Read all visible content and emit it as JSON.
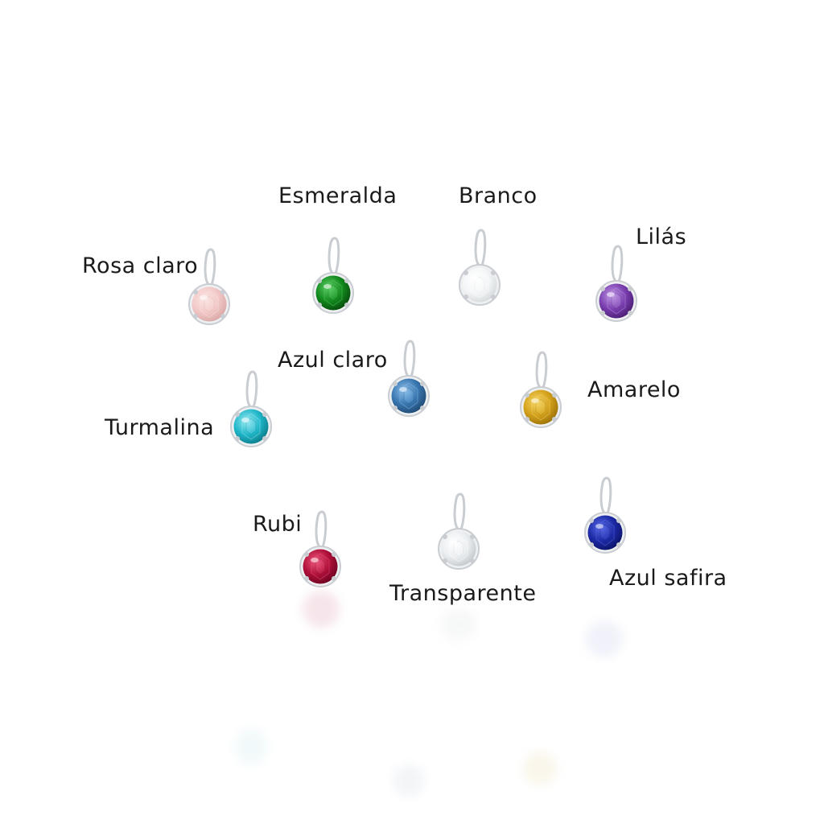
{
  "stones": [
    {
      "id": "rosa-claro",
      "label": "Rosa claro",
      "color": "#f2c9c8",
      "highlight": "#fbe6e4",
      "shade": "#d9a8a6"
    },
    {
      "id": "esmeralda",
      "label": "Esmeralda",
      "color": "#138a1e",
      "highlight": "#5fd36a",
      "shade": "#064d0c"
    },
    {
      "id": "branco",
      "label": "Branco",
      "color": "#f4f6f7",
      "highlight": "#ffffff",
      "shade": "#d6dadc"
    },
    {
      "id": "lilas",
      "label": "Lilás",
      "color": "#7b3fb0",
      "highlight": "#c39be6",
      "shade": "#4a1d74"
    },
    {
      "id": "azul-claro",
      "label": "Azul claro",
      "color": "#3a77b0",
      "highlight": "#8cc0ec",
      "shade": "#1f4a73"
    },
    {
      "id": "amarelo",
      "label": "Amarelo",
      "color": "#d4a21c",
      "highlight": "#f6d86a",
      "shade": "#9c7208"
    },
    {
      "id": "turmalina",
      "label": "Turmalina",
      "color": "#1fb7c9",
      "highlight": "#9ceaf3",
      "shade": "#0c7c8a"
    },
    {
      "id": "rubi",
      "label": "Rubi",
      "color": "#b0103a",
      "highlight": "#ee5a7e",
      "shade": "#6c0220"
    },
    {
      "id": "transparente",
      "label": "Transparente",
      "color": "#eceff1",
      "highlight": "#ffffff",
      "shade": "#c3c8cc"
    },
    {
      "id": "azul-safira",
      "label": "Azul safira",
      "color": "#1d2aa6",
      "highlight": "#5b6ce8",
      "shade": "#0b1366"
    }
  ],
  "colors": {
    "background": "#ffffff",
    "text": "#1a1a1a",
    "metal": "#c9cdd1"
  }
}
